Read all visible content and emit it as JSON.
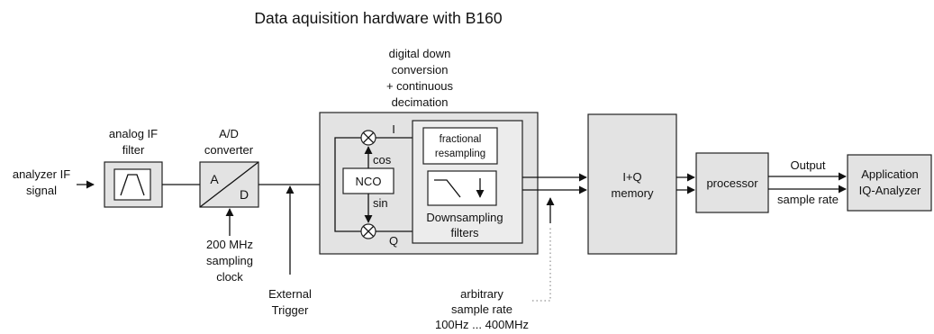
{
  "title": "Data aquisition hardware with B160",
  "colors": {
    "block_fill": "#e3e3e3",
    "inner_fill": "#ececec",
    "white_fill": "#ffffff",
    "line": "#111111"
  },
  "icons": {
    "filter": "bandpass-filter-icon",
    "adc": "ad-converter-diagonal-icon",
    "mixer": "mixer-cross-circle-icon",
    "downsample": "lowpass-downsample-icon"
  },
  "labels": {
    "input_line1": "analyzer IF",
    "input_line2": "signal",
    "filter_line1": "analog IF",
    "filter_line2": "filter",
    "adc_line1": "A/D",
    "adc_line2": "converter",
    "adc_a": "A",
    "adc_d": "D",
    "clock_line1": "200 MHz",
    "clock_line2": "sampling",
    "clock_line3": "clock",
    "trigger_line1": "External",
    "trigger_line2": "Trigger",
    "ddc_line1": "digital down",
    "ddc_line2": "conversion",
    "ddc_line3": "+ continuous",
    "ddc_line4": "decimation",
    "mixer_i": "I",
    "mixer_q": "Q",
    "cos": "cos",
    "sin": "sin",
    "nco": "NCO",
    "frac_line1": "fractional",
    "frac_line2": "resampling",
    "ds_line1": "Downsampling",
    "ds_line2": "filters",
    "arb_line1": "arbitrary",
    "arb_line2": "sample rate",
    "arb_line3": "100Hz ... 400MHz",
    "mem_line1": "I+Q",
    "mem_line2": "memory",
    "processor": "processor",
    "output": "Output",
    "sample_rate": "sample rate",
    "app_line1": "Application",
    "app_line2": "IQ-Analyzer"
  }
}
